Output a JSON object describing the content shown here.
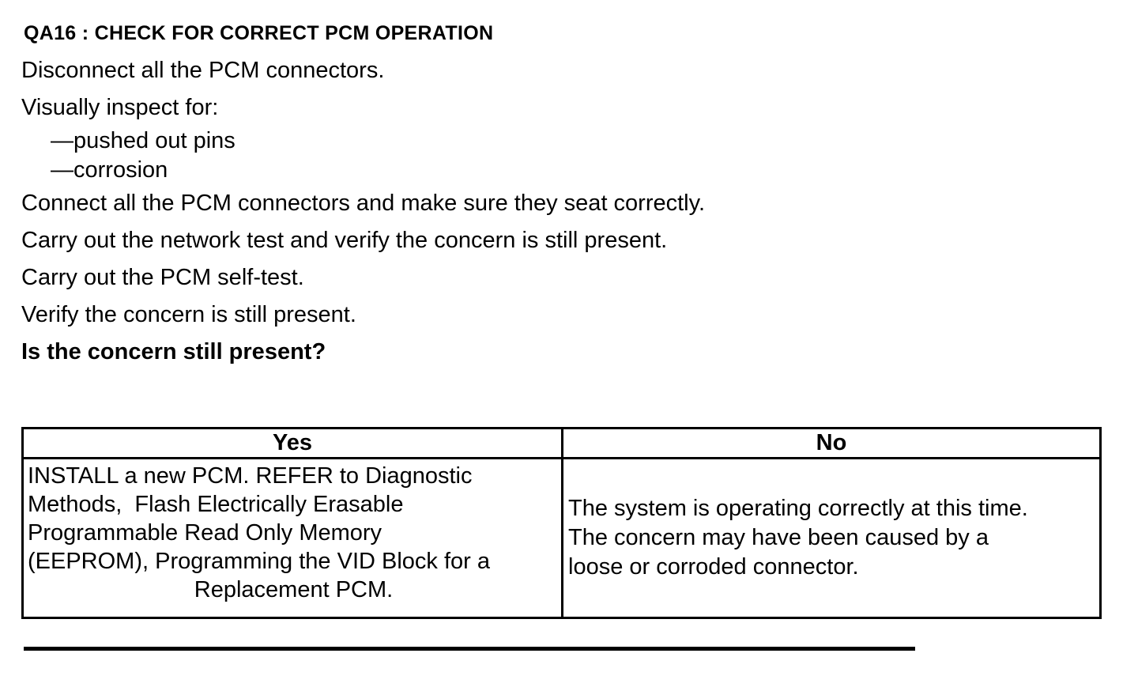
{
  "doc": {
    "title": "QA16 : CHECK FOR CORRECT PCM OPERATION",
    "steps": [
      "Disconnect all the PCM connectors.",
      "Visually inspect for:",
      "—pushed out pins",
      "—corrosion",
      "Connect all the PCM connectors and make sure they seat correctly.",
      "Carry out the network test and verify the concern is still present.",
      "Carry out the PCM self-test.",
      "Verify the concern is still present.",
      "Is the concern still present?"
    ],
    "table": {
      "yes_header": "Yes",
      "no_header": "No",
      "yes_lines": [
        "INSTALL a new PCM. REFER to Diagnostic",
        "Methods,  Flash Electrically Erasable",
        "Programmable Read Only Memory",
        "(EEPROM), Programming the VID Block for a",
        "Replacement PCM."
      ],
      "no_lines": [
        "The system is operating correctly at this time.",
        "The concern may have been caused by a",
        "loose or corroded connector."
      ]
    }
  }
}
